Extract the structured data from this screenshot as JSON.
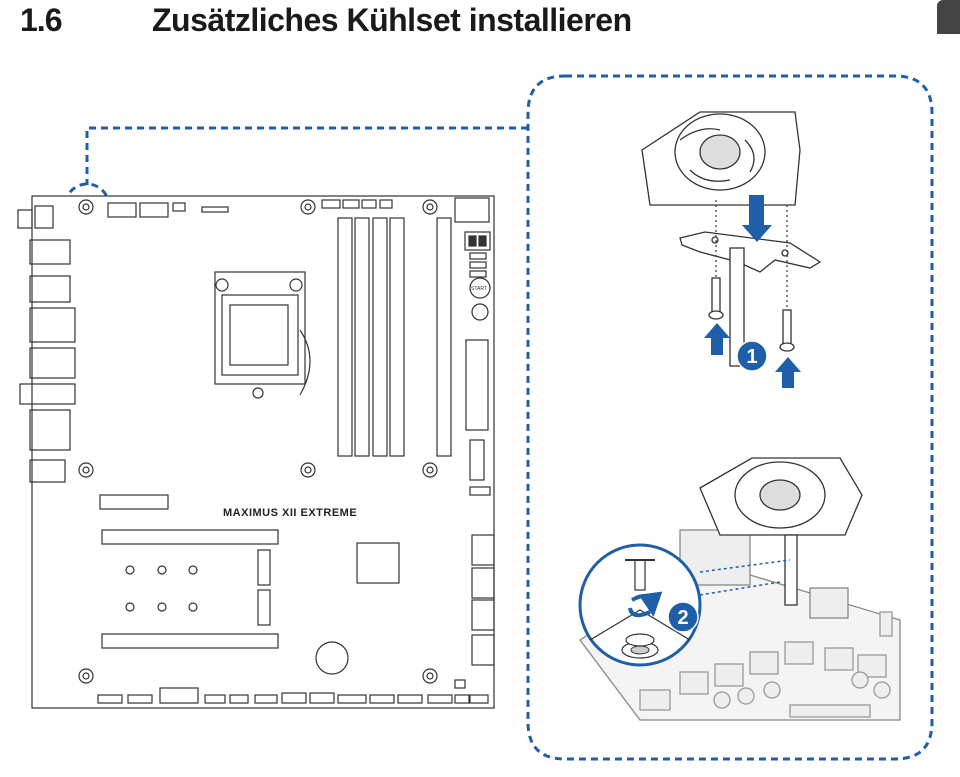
{
  "section": {
    "number": "1.6",
    "title": "Zusätzliches Kühlset installieren"
  },
  "board": {
    "model_label": "MAXIMUS XII EXTREME",
    "start_label": "START"
  },
  "steps": [
    {
      "number": "1"
    },
    {
      "number": "2"
    }
  ],
  "colors": {
    "accent_blue": "#1f5ea8",
    "line": "#333333",
    "corner_tab": "#444444"
  }
}
